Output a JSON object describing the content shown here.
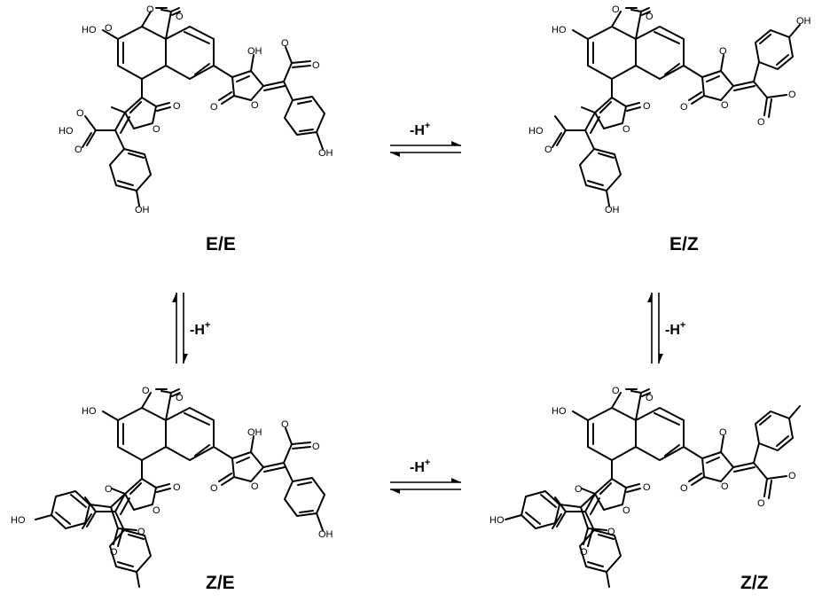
{
  "diagram": {
    "labels": {
      "oh": "OH",
      "ho": "HO",
      "o": "O",
      "o_minus": "O",
      "charge": "−"
    },
    "isomers": [
      {
        "id": "ee",
        "label": "E/E"
      },
      {
        "id": "ez",
        "label": "E/Z"
      },
      {
        "id": "ze",
        "label": "Z/E"
      },
      {
        "id": "zz",
        "label": "Z/Z"
      }
    ],
    "equilibria": [
      {
        "from": "E/E",
        "to": "E/Z",
        "condition": "-H",
        "superscript": "+"
      },
      {
        "from": "E/Z",
        "to": "Z/Z",
        "condition": "-H",
        "superscript": "+"
      },
      {
        "from": "E/E",
        "to": "Z/E",
        "condition": "-H",
        "superscript": "+"
      },
      {
        "from": "Z/E",
        "to": "Z/Z",
        "condition": "-H",
        "superscript": "+"
      }
    ]
  }
}
